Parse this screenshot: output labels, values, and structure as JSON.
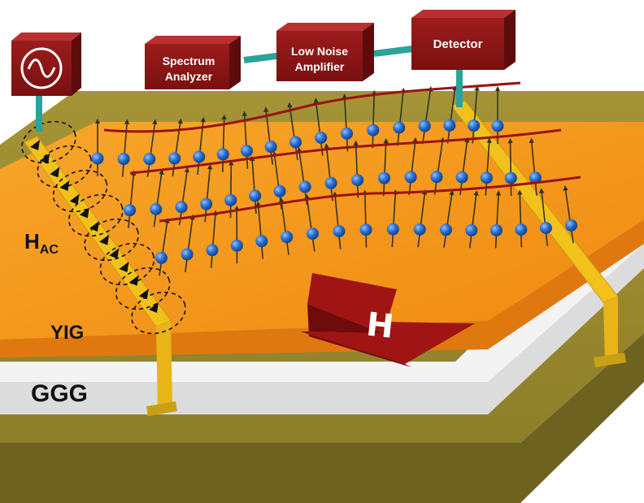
{
  "instruments": {
    "spectrum_analyzer": {
      "line1": "Spectrum",
      "line2": "Analyzer"
    },
    "low_noise_amplifier": {
      "line1": "Low Noise",
      "line2": "Amplifier"
    },
    "detector": {
      "label": "Detector"
    }
  },
  "layers": {
    "yig": "YIG",
    "ggg": "GGG"
  },
  "field_labels": {
    "h_ac_main": "H",
    "h_ac_sub": "AC",
    "h": "H"
  },
  "colors": {
    "instrument_box": "#8e1717",
    "substrate": "#9a8a32",
    "yig": "#f39a1e",
    "ggg": "#eeeeee",
    "antenna": "#f2c21c",
    "spin_ball": "#2a6fd0",
    "spin_wave": "#9b1212",
    "field_arrow": "#a01414",
    "cable": "#2aa39a"
  },
  "icons": {
    "signal_generator": "sine-wave-icon",
    "field_arrow": "big-arrow-icon"
  }
}
